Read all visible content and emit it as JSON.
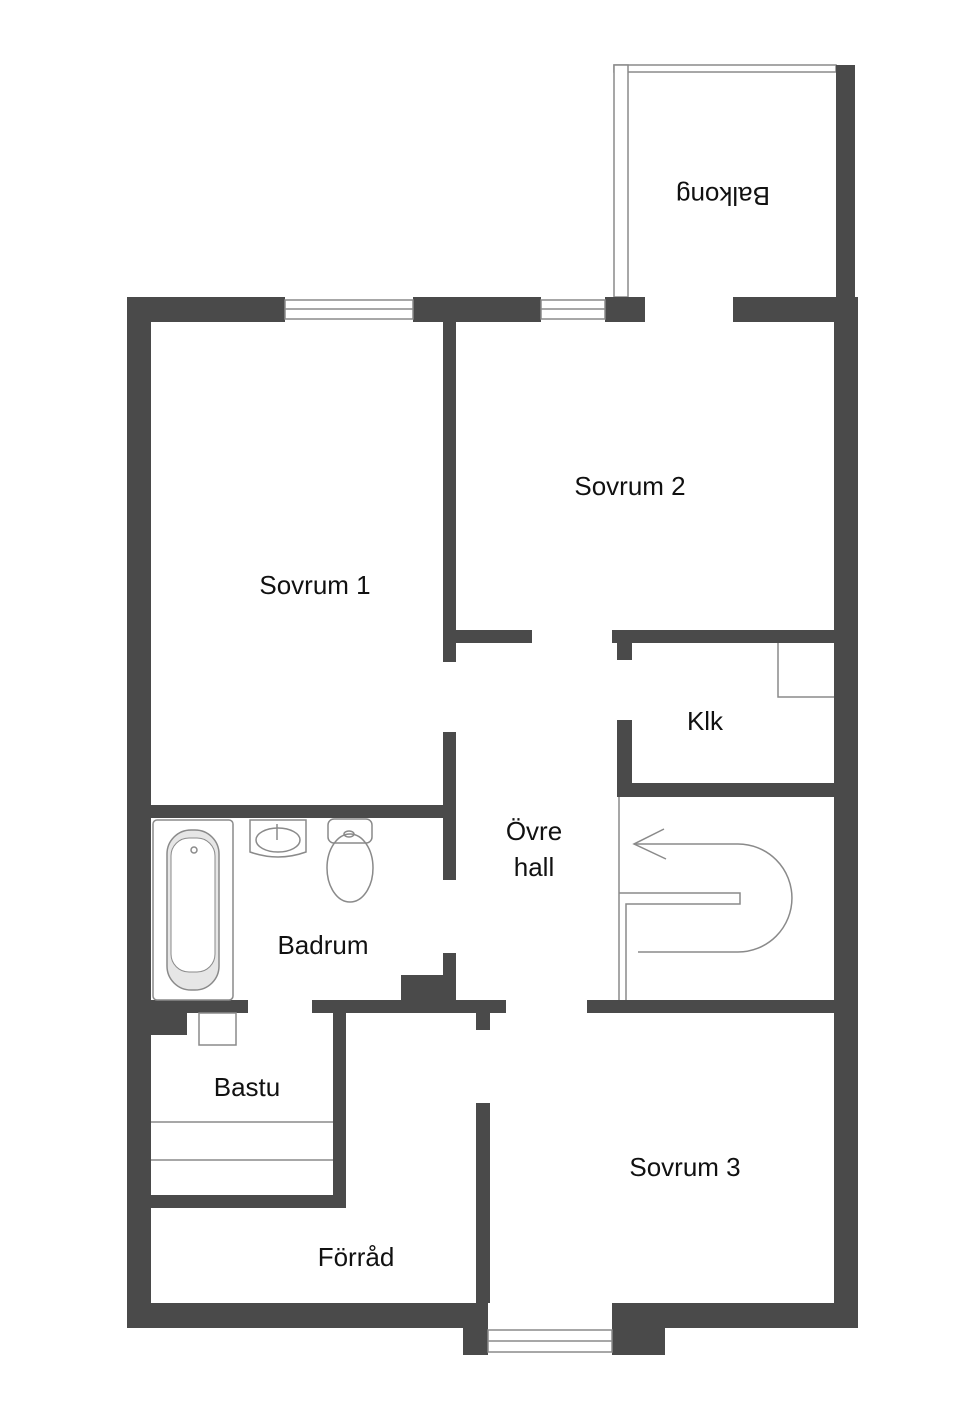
{
  "rooms": {
    "balkong": "Balkong",
    "sovrum1": "Sovrum 1",
    "sovrum2": "Sovrum 2",
    "klk": "Klk",
    "ovre_hall_line1": "Övre",
    "ovre_hall_line2": "hall",
    "badrum": "Badrum",
    "bastu": "Bastu",
    "forrad": "Förråd",
    "sovrum3": "Sovrum 3"
  },
  "colors": {
    "wall": "#4a4a4a",
    "fixture_line": "#8a8a8a"
  }
}
